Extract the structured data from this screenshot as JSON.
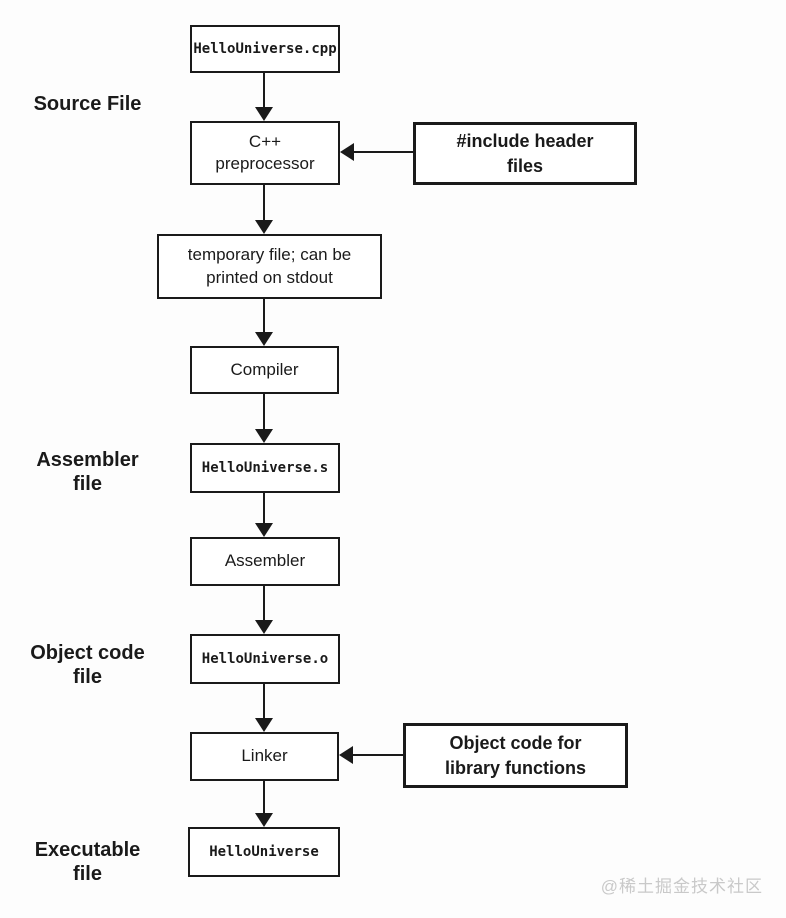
{
  "colors": {
    "background": "#fdfdfd",
    "box_fill": "#ffffff",
    "line": "#1a1a1a",
    "text": "#1a1a1a",
    "watermark": "#c9c9c9"
  },
  "stage_labels": {
    "source": "Source File",
    "assembler": "Assembler\nfile",
    "object": "Object code\nfile",
    "executable": "Executable\nfile"
  },
  "nodes": {
    "source_file": "HelloUniverse.cpp",
    "preprocessor": "C++\npreprocessor",
    "include_headers": "#include header\nfiles",
    "temp_file": "temporary file; can be\nprinted on stdout",
    "compiler": "Compiler",
    "assembly_file": "HelloUniverse.s",
    "assembler": "Assembler",
    "object_file": "HelloUniverse.o",
    "linker": "Linker",
    "library_objects": "Object code for\nlibrary functions",
    "executable": "HelloUniverse"
  },
  "watermark": "@稀土掘金技术社区"
}
